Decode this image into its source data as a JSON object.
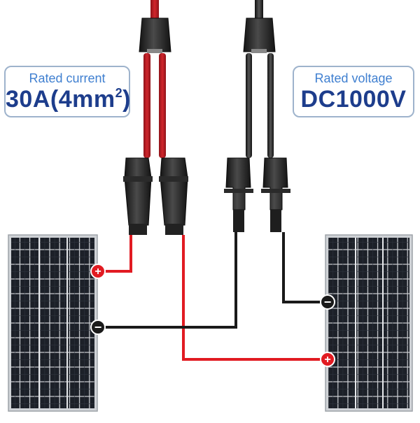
{
  "specs": {
    "current": {
      "label": "Rated current",
      "value_main": "30A(4mm",
      "value_sup": "2",
      "value_end": ")"
    },
    "voltage": {
      "label": "Rated voltage",
      "value": "DC1000V"
    }
  },
  "terminals": {
    "left_positive": "+",
    "left_negative": "−",
    "right_negative": "−",
    "right_positive": "+"
  },
  "colors": {
    "positive_wire": "#e11b22",
    "negative_wire": "#1a1a1a",
    "panel_cell": "#1b1f26",
    "panel_frame": "#c9ccd1",
    "spec_text": "#1d3d8c",
    "spec_label": "#3f7fd0"
  },
  "icons": {
    "left_panel": "solar-panel-icon",
    "right_panel": "solar-panel-icon",
    "red_branch": "mc4-y-branch-red",
    "black_branch": "mc4-y-branch-black"
  }
}
